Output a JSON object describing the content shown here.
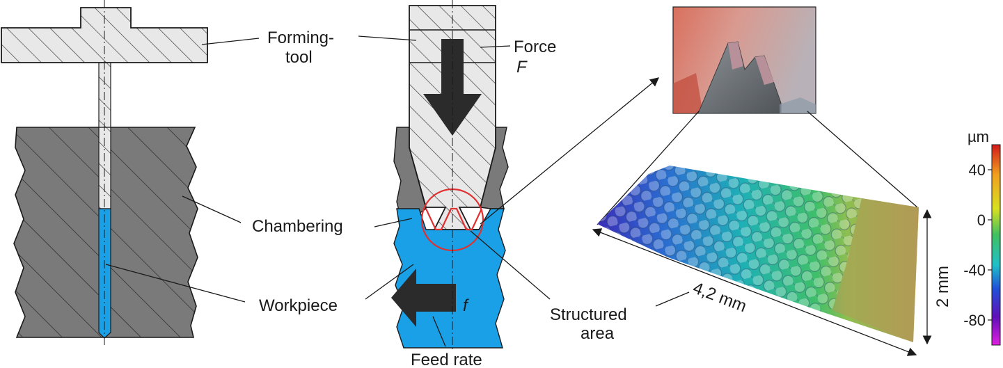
{
  "labels": {
    "forming_tool_line1": "Forming-",
    "forming_tool_line2": "tool",
    "force_line1": "Force",
    "force_line2": "F",
    "chambering": "Chambering",
    "workpiece": "Workpiece",
    "feed_rate": "Feed rate",
    "feed_symbol": "f",
    "structured_line1": "Structured",
    "structured_line2": "area",
    "length": "4,2 mm",
    "width": "2 mm"
  },
  "colorbar": {
    "unit": "µm",
    "ticks": [
      {
        "label": "40",
        "value": 40
      },
      {
        "label": "0",
        "value": 0
      },
      {
        "label": "-40",
        "value": -40
      },
      {
        "label": "-80",
        "value": -80
      }
    ],
    "range": [
      -100,
      60
    ]
  },
  "colors": {
    "workpiece_blue": "#1aa0e6",
    "chamber_gray": "#7a7a7a",
    "highlight_red": "#e03030"
  }
}
